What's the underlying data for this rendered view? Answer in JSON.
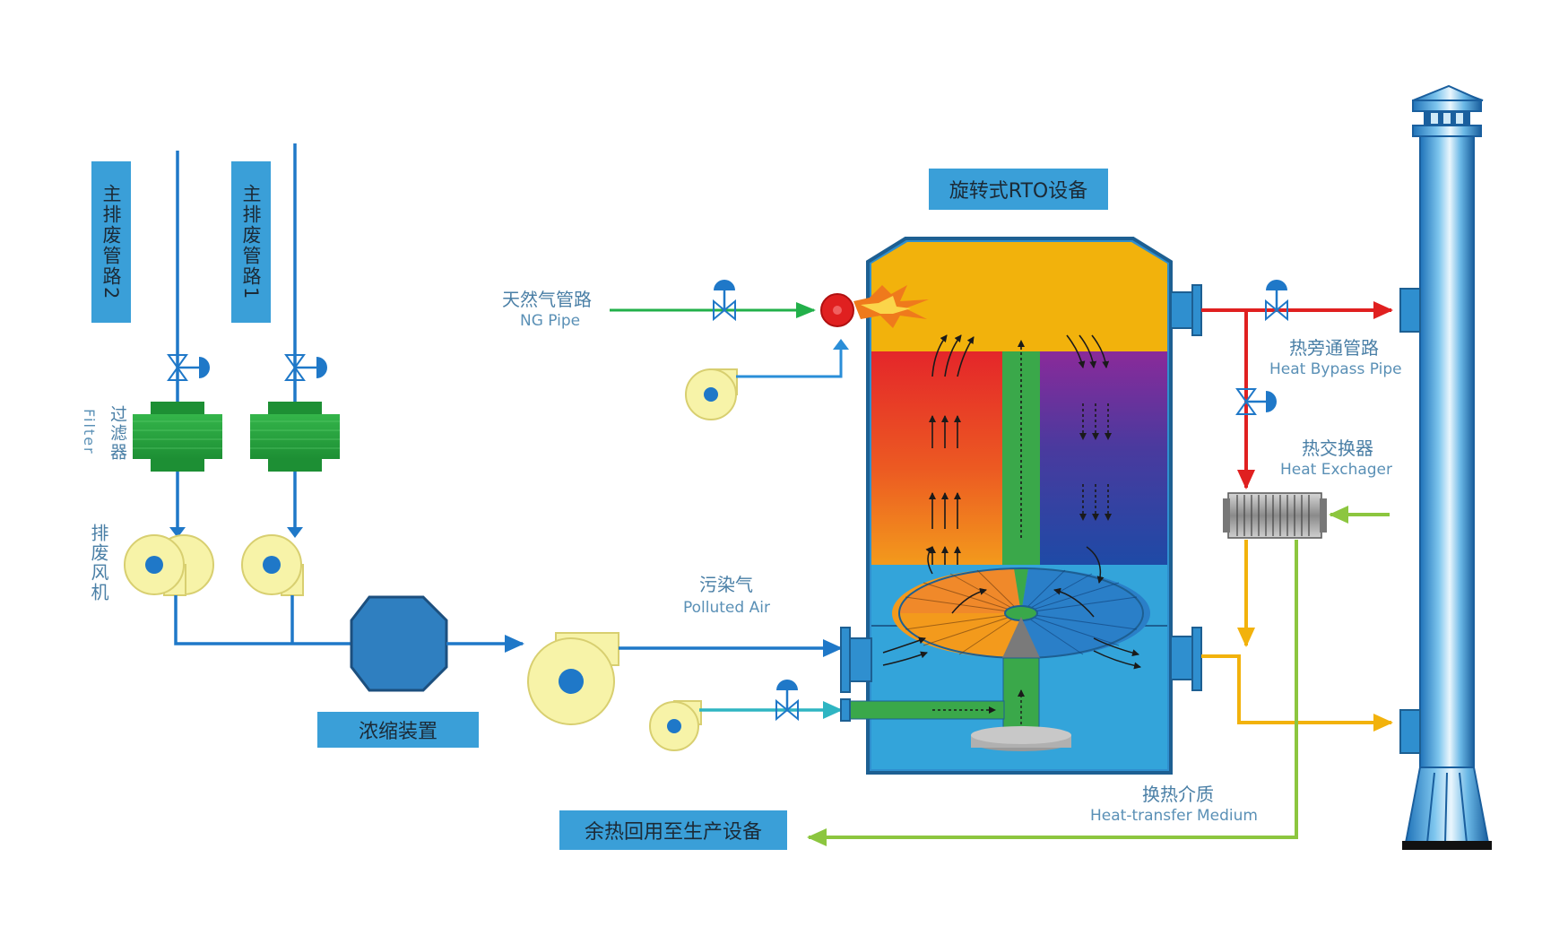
{
  "labels": {
    "exhaust_pipe_2": "主排废管路2",
    "exhaust_pipe_1": "主排废管路1",
    "filter_cn": "过滤器",
    "filter_en": "Filter",
    "exhaust_fan_cn": "排废风机",
    "concentrator": "浓缩装置",
    "rto_title": "旋转式RTO设备",
    "ng_pipe_cn": "天然气管路",
    "ng_pipe_en": "NG Pipe",
    "polluted_air_cn": "污染气",
    "polluted_air_en": "Polluted Air",
    "heat_bypass_cn": "热旁通管路",
    "heat_bypass_en": "Heat Bypass Pipe",
    "heat_exchanger_cn": "热交换器",
    "heat_exchanger_en": "Heat Exchager",
    "heat_medium_cn": "换热介质",
    "heat_medium_en": "Heat-transfer Medium",
    "waste_heat_reuse": "余热回用至生产设备"
  },
  "colors": {
    "pipe_blue": "#1f78c8",
    "ng_green": "#22b04a",
    "bypass_red": "#e02020",
    "hot_yellow": "#f2b20c",
    "medium_green": "#8cc63f",
    "label_blue": "#3a9fd8",
    "filter_green": "#2aa640",
    "fan_yellow": "#f7f3a8"
  }
}
